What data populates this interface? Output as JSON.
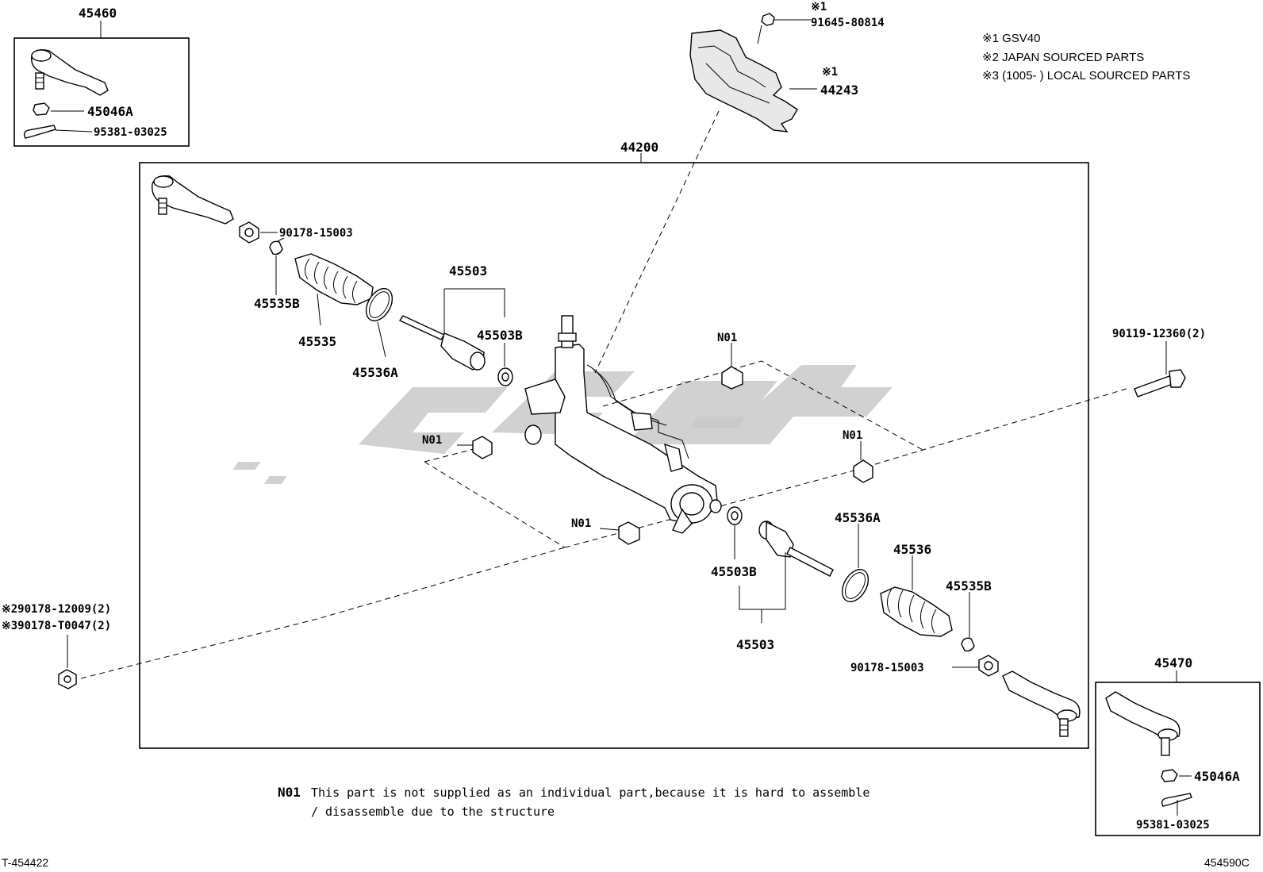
{
  "notes": {
    "note1": "※1  GSV40",
    "note2": "※2 JAPAN SOURCED PARTS",
    "note3": "※3 (1005-     ) LOCAL SOURCED PARTS"
  },
  "labels": {
    "tie_rod_end_lh": "45460",
    "nut_lh": "45046A",
    "cotter_pin_lh": "95381-03025",
    "bolt_top_mark": "※1",
    "bolt_top": "91645-80814",
    "heat_insulator_mark": "※1",
    "heat_insulator": "44243",
    "gear_assy": "44200",
    "nut_left": "90178-15003",
    "clip_left": "45535B",
    "boot_left": "45535",
    "band_left": "45536A",
    "rack_end_left": "45503",
    "washer_left": "45503B",
    "n01_top": "N01",
    "n01_left": "N01",
    "n01_right": "N01",
    "n01_bottom": "N01",
    "mount_bolt": "90119-12360(2)",
    "washer_right": "45503B",
    "rack_end_right": "45503",
    "band_right": "45536A",
    "boot_right": "45536",
    "clip_right": "45535B",
    "nut_right": "90178-15003",
    "mount_nut_jp": "※290178-12009(2)",
    "mount_nut_local": "※390178-T0047(2)",
    "tie_rod_end_rh": "45470",
    "nut_rh": "45046A",
    "cotter_pin_rh": "95381-03025"
  },
  "footnote": {
    "code": "N01",
    "line1": "This part is not supplied as an individual part,because it is hard to assemble",
    "line2": "/ disassemble due to the structure"
  },
  "corner_ids": {
    "left": "T-454422",
    "right": "454590C"
  }
}
